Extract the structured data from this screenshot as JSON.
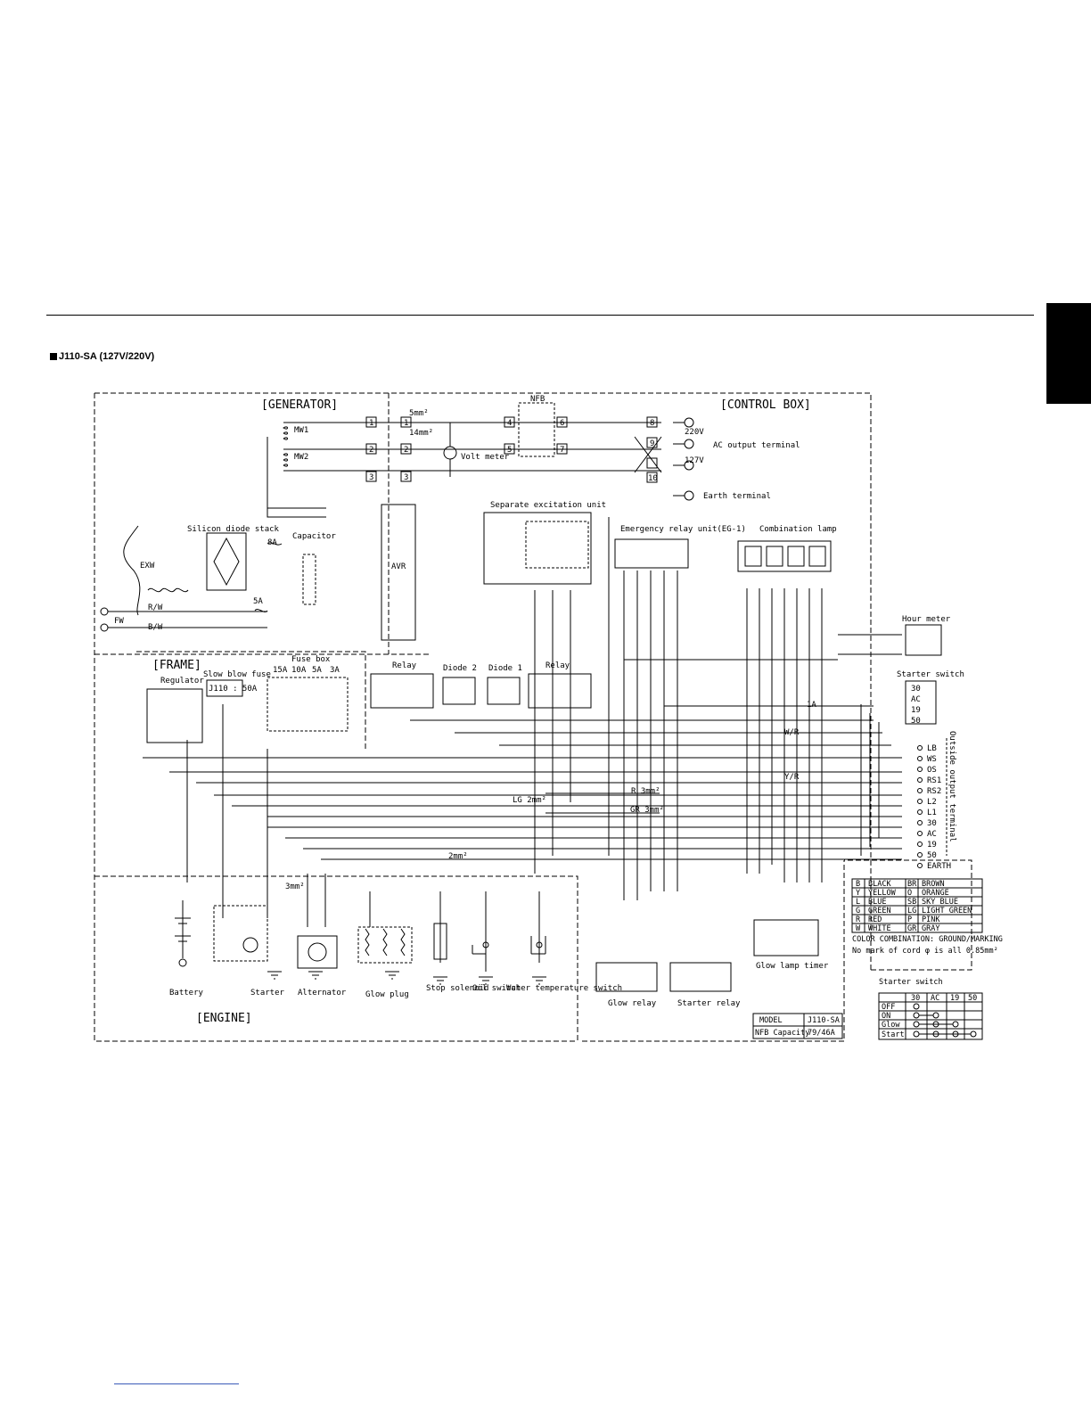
{
  "page": {
    "heading": "J110-SA (127V/220V)"
  },
  "sections": {
    "generator": "[GENERATOR]",
    "control_box": "[CONTROL BOX]",
    "frame": "[FRAME]",
    "engine": "[ENGINE]"
  },
  "labels": {
    "nfb": "NFB",
    "mw1": "MW1",
    "mw2": "MW2",
    "exw": "EXW",
    "fw": "FW",
    "avr": "AVR",
    "volt_meter": "Volt meter",
    "silicon_diode_stack": "Silicon diode stack",
    "capacitor": "Capacitor",
    "separate_excitation_unit": "Separate excitation unit",
    "emergency_relay_unit": "Emergency relay unit(EG-1)",
    "combination_lamp": "Combination lamp",
    "hour_meter": "Hour meter",
    "starter_switch": "Starter switch",
    "ac_output_terminal": "AC output terminal",
    "earth_terminal": "Earth terminal",
    "v220": "220V",
    "v127": "127V",
    "regulator": "Regulator",
    "slow_blow_fuse": "Slow blow fuse",
    "slow_blow_value": "J110 : 50A",
    "fuse_box": "Fuse box",
    "fuses": [
      "15A",
      "10A",
      "5A",
      "3A"
    ],
    "relay": "Relay",
    "diode2": "Diode 2",
    "diode1": "Diode 1",
    "relay2": "Relay",
    "outside_output_terminal": "Outside output terminal",
    "battery": "Battery",
    "starter": "Starter",
    "alternator": "Alternator",
    "glow_plug": "Glow plug",
    "stop_solenoid": "Stop solenoid",
    "oil_switch": "Oil switch",
    "water_temperature_switch": "Water temperature switch",
    "glow_relay": "Glow relay",
    "starter_relay": "Starter relay",
    "glow_lamp_timer": "Glow lamp timer",
    "fuse_8a": "8A",
    "fuse_5a": "5A",
    "fuse_1a": "1A",
    "wire_5mm": "5mm²",
    "wire_14mm": "14mm²",
    "wire_3mm": "3mm²",
    "wire_2mm": "2mm²",
    "wr": "W/R",
    "yr": "Y/R",
    "rw": "R/W",
    "bw": "B/W",
    "lg2": "LG 2mm²",
    "r3": "R 3mm²",
    "gr3": "GR 3mm²"
  },
  "terminal_numbers": [
    "1",
    "2",
    "3",
    "1",
    "2",
    "3",
    "4",
    "5",
    "6",
    "7",
    "8",
    "9",
    "10"
  ],
  "outside_terminals": [
    "LB",
    "WS",
    "OS",
    "RS1",
    "RS2",
    "L2",
    "L1",
    "30",
    "AC",
    "19",
    "50",
    "EARTH"
  ],
  "starter_switch_terminals": [
    "30",
    "AC",
    "19",
    "50"
  ],
  "color_legend": {
    "rows": [
      [
        "B",
        "BLACK",
        "BR",
        "BROWN"
      ],
      [
        "Y",
        "YELLOW",
        "O",
        "ORANGE"
      ],
      [
        "L",
        "BLUE",
        "SB",
        "SKY BLUE"
      ],
      [
        "G",
        "GREEN",
        "LG",
        "LIGHT GREEN"
      ],
      [
        "R",
        "RED",
        "P",
        "PINK"
      ],
      [
        "W",
        "WHITE",
        "GR",
        "GRAY"
      ]
    ],
    "note1": "COLOR COMBINATION: GROUND/MARKING",
    "note2": "No mark of cord φ is all 0.85mm²"
  },
  "starter_switch_table": {
    "title": "Starter switch",
    "columns": [
      "",
      "30",
      "AC",
      "19",
      "50"
    ],
    "rows": [
      "OFF",
      "ON",
      "Glow",
      "Start"
    ]
  },
  "model_table": {
    "rows": [
      [
        "MODEL",
        "J110-SA"
      ],
      [
        "NFB Capacity",
        "79/46A"
      ]
    ]
  }
}
